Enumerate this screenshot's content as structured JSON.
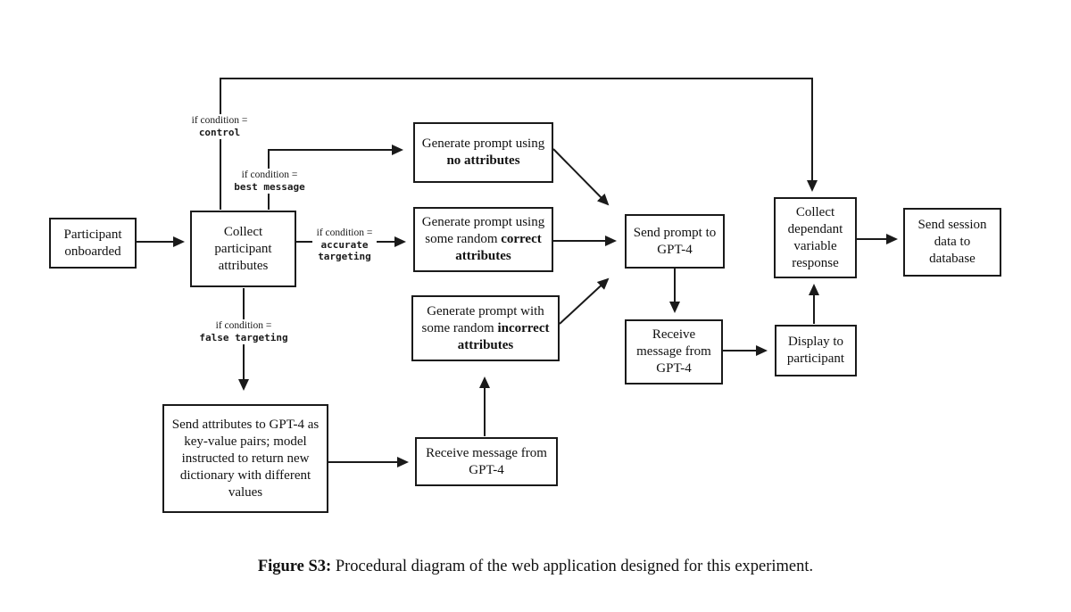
{
  "figure": {
    "caption_bold": "Figure S3:",
    "caption_text": "Procedural diagram of the web application designed for this experiment."
  },
  "colors": {
    "line": "#1a1a1a",
    "background": "#ffffff",
    "text": "#111111"
  },
  "nodes": {
    "participant_onboarded": {
      "text": "Participant onboarded"
    },
    "collect_attributes": {
      "text": "Collect participant attributes"
    },
    "gen_no_attr": {
      "normal": "Generate prompt using ",
      "bold": "no attributes"
    },
    "gen_correct": {
      "normal": "Generate prompt using some random ",
      "bold": "correct attributes"
    },
    "gen_incorrect": {
      "normal": "Generate prompt with some random ",
      "bold": "incorrect attributes"
    },
    "send_prompt": {
      "text": "Send prompt to GPT-4"
    },
    "receive_message_mid": {
      "text": "Receive message from GPT-4"
    },
    "display_participant": {
      "text": "Display to participant"
    },
    "collect_dependant": {
      "text": "Collect dependant variable response"
    },
    "send_session": {
      "text": "Send session data to database"
    },
    "send_attributes": {
      "text": "Send attributes to GPT-4 as key-value pairs; model instructed to return new dictionary with different values"
    },
    "receive_message_bottom": {
      "text": "Receive message from GPT-4"
    }
  },
  "condition_labels": {
    "control": {
      "prefix": "if condition =",
      "value": "control"
    },
    "best_message": {
      "prefix": "if condition =",
      "value": "best message"
    },
    "accurate_targeting": {
      "prefix": "if condition =",
      "value": "accurate\ntargeting"
    },
    "false_targeting": {
      "prefix": "if condition =",
      "value": "false targeting"
    }
  },
  "edges": [
    "participant_onboarded -> collect_attributes",
    "collect_attributes -> collect_dependant (if condition = control)",
    "collect_attributes -> gen_no_attr (if condition = best message)",
    "collect_attributes -> gen_correct (if condition = accurate targeting)",
    "collect_attributes -> send_attributes (if condition = false targeting)",
    "gen_no_attr -> send_prompt",
    "gen_correct -> send_prompt",
    "gen_incorrect -> send_prompt",
    "send_prompt -> receive_message_mid",
    "receive_message_mid -> display_participant",
    "display_participant -> collect_dependant",
    "collect_dependant -> send_session",
    "send_attributes -> receive_message_bottom",
    "receive_message_bottom -> gen_incorrect"
  ]
}
